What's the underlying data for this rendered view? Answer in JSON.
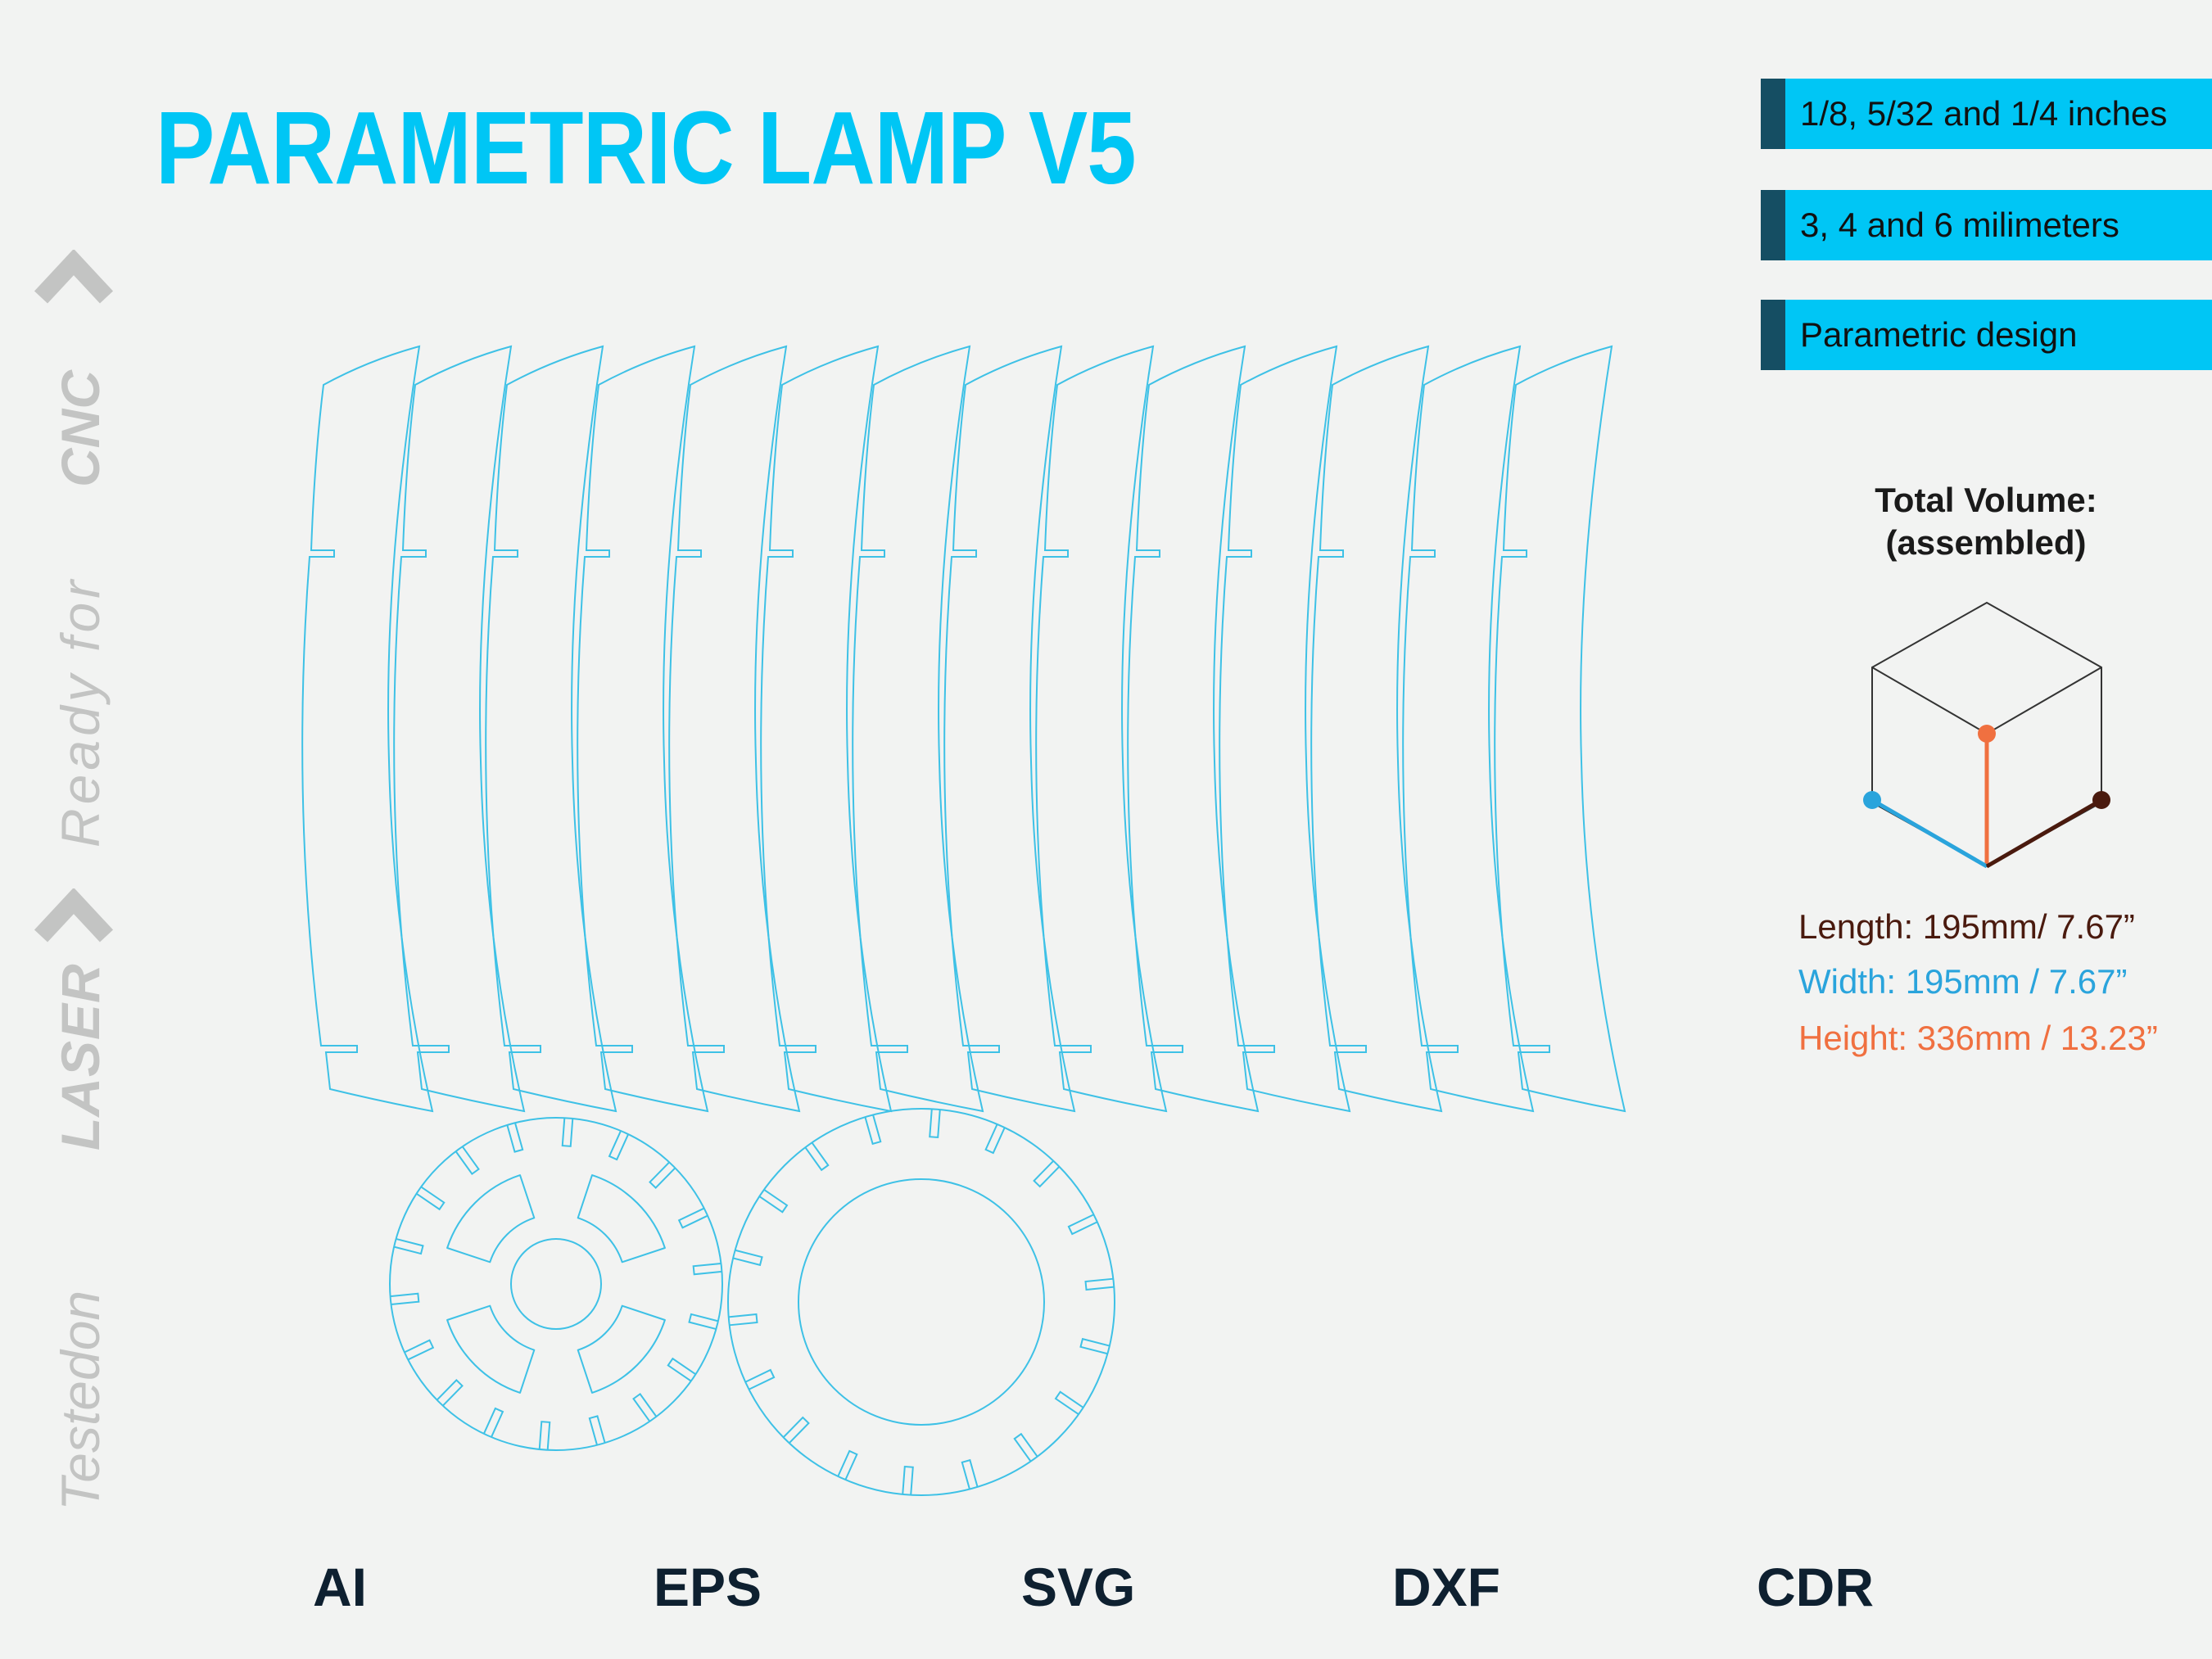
{
  "title": "PARAMETRIC LAMP V5",
  "side_text": {
    "tested_on": "Testedon",
    "laser": "LASER",
    "ready_for": "Ready  for",
    "cnc": "CNC"
  },
  "tags": [
    "1/8, 5/32 and 1/4 inches",
    "3, 4 and 6 milimeters",
    "Parametric design"
  ],
  "volume": {
    "title": "Total Volume:",
    "subtitle": "(assembled)",
    "length": "Length: 195mm/ 7.67”",
    "width": "Width:   195mm / 7.67”",
    "height": "Height:  336mm / 13.23”"
  },
  "formats": [
    "AI",
    "EPS",
    "SVG",
    "DXF",
    "CDR"
  ],
  "colors": {
    "accent": "#00c6f5",
    "tag_bar": "#154e63",
    "length": "#4a1a0e",
    "width": "#2aa4dc",
    "height": "#f07040",
    "outline": "#3ec1e6",
    "side_text": "#c3c4c3"
  }
}
